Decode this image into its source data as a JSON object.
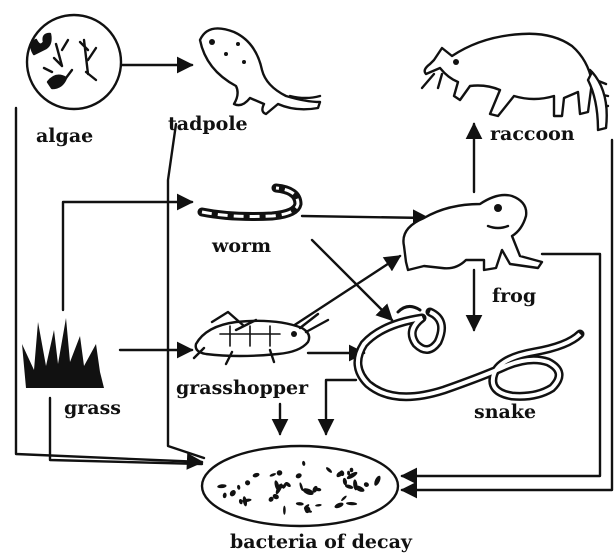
{
  "organisms": {
    "algae": "algae",
    "tadpole": "tadpole",
    "raccoon": "raccoon",
    "worm": "worm",
    "frog": "frog",
    "grass": "grass",
    "grasshopper": "grasshopper",
    "snake": "snake",
    "bacteria": "bacteria of decay"
  },
  "icons": {
    "algae": "algae-cells-icon",
    "tadpole": "tadpole-icon",
    "raccoon": "raccoon-icon",
    "worm": "worm-icon",
    "frog": "frog-icon",
    "grass": "grass-icon",
    "grasshopper": "grasshopper-icon",
    "snake": "snake-icon",
    "bacteria": "bacteria-dish-icon"
  },
  "colors": {
    "ink": "#111111",
    "background": "#ffffff"
  },
  "relations": [
    {
      "from": "algae",
      "to": "tadpole"
    },
    {
      "from": "grass",
      "to": "worm"
    },
    {
      "from": "grass",
      "to": "grasshopper"
    },
    {
      "from": "worm",
      "to": "frog"
    },
    {
      "from": "worm",
      "to": "snake"
    },
    {
      "from": "grasshopper",
      "to": "frog"
    },
    {
      "from": "grasshopper",
      "to": "snake"
    },
    {
      "from": "frog",
      "to": "raccoon"
    },
    {
      "from": "frog",
      "to": "snake"
    },
    {
      "from": "algae",
      "to": "bacteria of decay"
    },
    {
      "from": "grass",
      "to": "bacteria of decay"
    },
    {
      "from": "tadpole",
      "to": "bacteria of decay"
    },
    {
      "from": "grasshopper",
      "to": "bacteria of decay"
    },
    {
      "from": "snake",
      "to": "bacteria of decay"
    },
    {
      "from": "frog",
      "to": "bacteria of decay"
    },
    {
      "from": "raccoon",
      "to": "bacteria of decay"
    }
  ]
}
